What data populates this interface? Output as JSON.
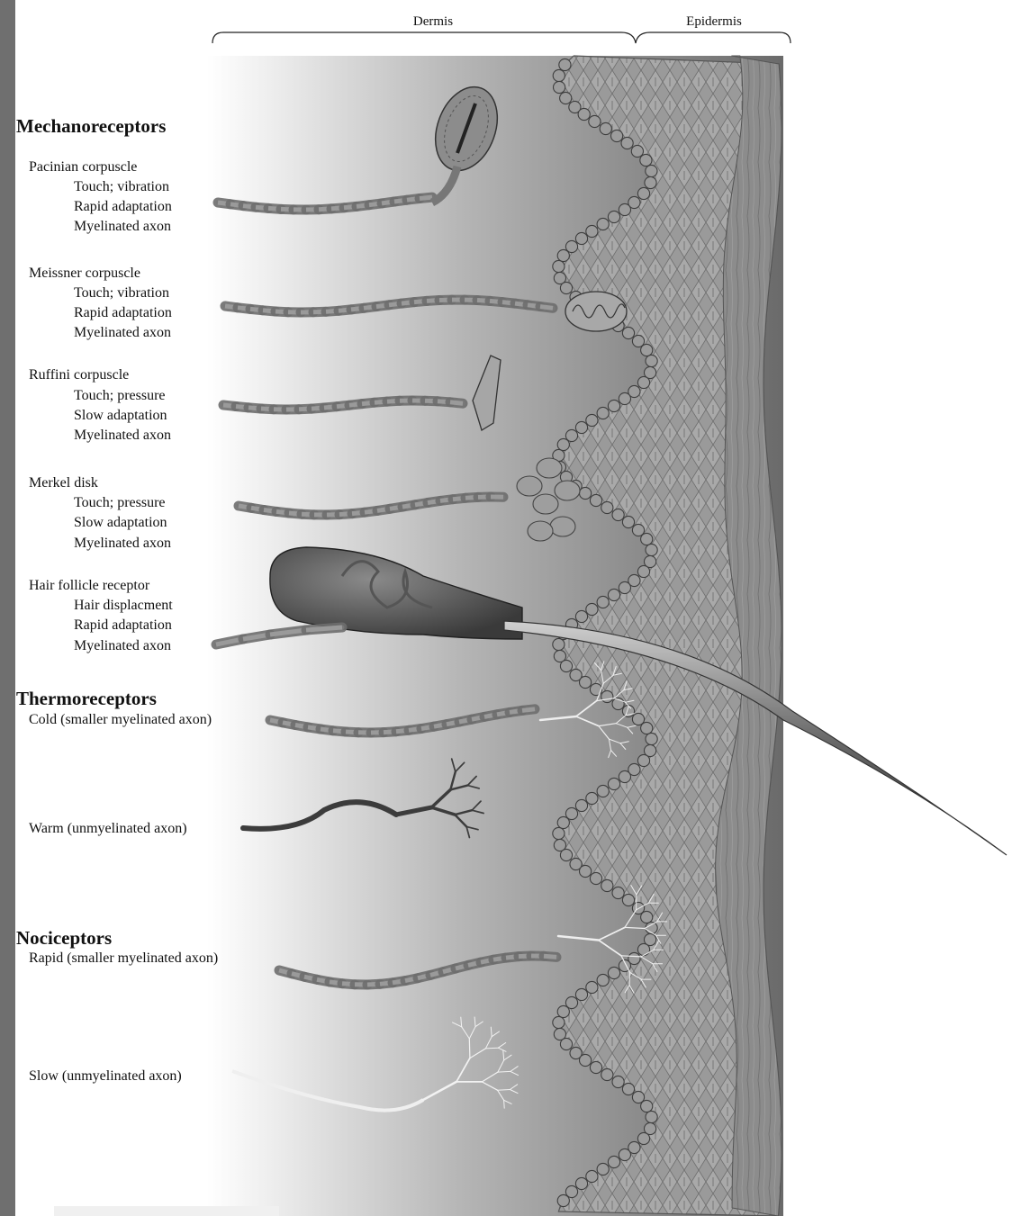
{
  "regions": {
    "dermis": "Dermis",
    "epidermis": "Epidermis"
  },
  "sections": {
    "mechanoreceptors": {
      "title": "Mechanoreceptors",
      "items": [
        {
          "name": "Pacinian corpuscle",
          "props": [
            "Touch; vibration",
            "Rapid adaptation",
            "Myelinated axon"
          ]
        },
        {
          "name": "Meissner corpuscle",
          "props": [
            "Touch; vibration",
            "Rapid adaptation",
            "Myelinated axon"
          ]
        },
        {
          "name": "Ruffini corpuscle",
          "props": [
            "Touch; pressure",
            "Slow adaptation",
            "Myelinated axon"
          ]
        },
        {
          "name": "Merkel disk",
          "props": [
            "Touch; pressure",
            "Slow adaptation",
            "Myelinated axon"
          ]
        },
        {
          "name": "Hair follicle receptor",
          "props": [
            "Hair displacment",
            "Rapid adaptation",
            "Myelinated axon"
          ]
        }
      ]
    },
    "thermoreceptors": {
      "title": "Thermoreceptors",
      "items": [
        "Cold (smaller myelinated axon)",
        "Warm (unmyelinated axon)"
      ]
    },
    "nociceptors": {
      "title": "Nociceptors",
      "items": [
        "Rapid (smaller myelinated axon)",
        "Slow (unmyelinated axon)"
      ]
    }
  },
  "colors": {
    "dermis_dark": "#6f6f6f",
    "epidermis": "#8a8a8a",
    "cell_fill": "#9a9a9a",
    "axon_sheath": "#7a7a7a",
    "axon_core": "#d6d6d6",
    "hair": "#4a4a4a"
  }
}
